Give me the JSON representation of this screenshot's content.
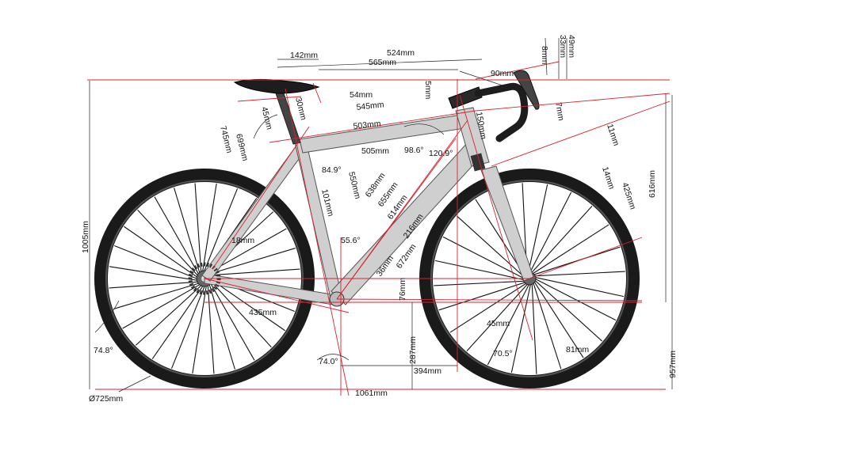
{
  "colors": {
    "dimension_line": "#d9232e",
    "frame": "#c9c9c9",
    "tire": "#1a1a1a",
    "background": "#ffffff"
  },
  "labels": {
    "top_142": "142mm",
    "top_524": "524mm",
    "top_565": "565mm",
    "bar_90": "90mm",
    "v_8": "8mm",
    "v_33": "33mm",
    "v_49": "49mm",
    "v_5": "5mm",
    "len_54": "54mm",
    "len_545": "545mm",
    "len_503": "503mm",
    "len_505": "505mm",
    "ang_986": "98.6°",
    "ang_1209": "120.9°",
    "v_150": "150mm",
    "v_7": "7mm",
    "v_11": "11mm",
    "v_14": "14mm",
    "v_425": "425mm",
    "v_616": "616mm",
    "v_1005": "1005mm",
    "v_745": "745mm",
    "v_699": "699mm",
    "v_45": "45mm",
    "v_30": "30mm",
    "ang_849": "84.9°",
    "len_550": "550mm",
    "len_101": "101mm",
    "len_638": "638mm",
    "len_655": "655mm",
    "len_614": "614mm",
    "len_216": "216mm",
    "len_672": "672mm",
    "len_36": "36mm",
    "ang_556": "55.6°",
    "len_18": "18mm",
    "len_76": "76mm",
    "len_435": "435mm",
    "len_287": "287mm",
    "len_394": "394mm",
    "ang_740": "74.0°",
    "len_1061": "1061mm",
    "ang_748": "74.8°",
    "dia_725": "Ø725mm",
    "len_45b": "45mm",
    "ang_705": "70.5°",
    "len_81": "81mm",
    "v_957": "957mm"
  }
}
